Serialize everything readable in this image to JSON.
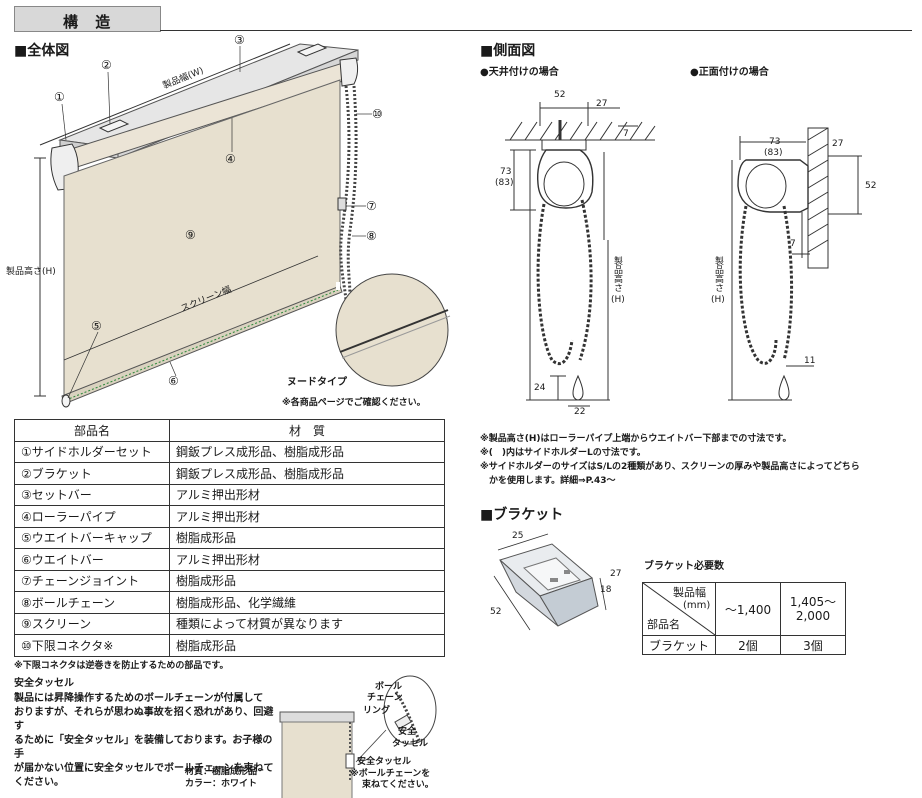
{
  "header": {
    "title": "構 造"
  },
  "overall": {
    "title": "■全体図",
    "labels": {
      "n1": "①",
      "n2": "②",
      "n3": "③",
      "n4": "④",
      "n5": "⑤",
      "n6": "⑥",
      "n7": "⑦",
      "n8": "⑧",
      "n9": "⑨",
      "n10": "⑩",
      "width": "製品幅(W)",
      "height": "製品高さ(H)",
      "screen_width": "スクリーン幅"
    },
    "nude_type": "ヌードタイプ",
    "nude_note": "※各商品ページでご確認ください。"
  },
  "parts_table": {
    "headers": [
      "部品名",
      "材　質"
    ],
    "rows": [
      [
        "①サイドホルダーセット",
        "鋼鈑プレス成形品、樹脂成形品"
      ],
      [
        "②ブラケット",
        "鋼鈑プレス成形品、樹脂成形品"
      ],
      [
        "③セットバー",
        "アルミ押出形材"
      ],
      [
        "④ローラーパイプ",
        "アルミ押出形材"
      ],
      [
        "⑤ウエイトバーキャップ",
        "樹脂成形品"
      ],
      [
        "⑥ウエイトバー",
        "アルミ押出形材"
      ],
      [
        "⑦チェーンジョイント",
        "樹脂成形品"
      ],
      [
        "⑧ボールチェーン",
        "樹脂成形品、化学繊維"
      ],
      [
        "⑨スクリーン",
        "種類によって材質が異なります"
      ],
      [
        "⑩下限コネクタ※",
        "樹脂成形品"
      ]
    ],
    "footnote": "※下限コネクタは逆巻きを防止するための部品です。"
  },
  "safety": {
    "title": "安全タッセル",
    "body": [
      "製品には昇降操作するためのボールチェーンが付属して",
      "おりますが、それらが思わぬ事故を招く恐れがあり、回避す",
      "るために「安全タッセル」を装備しております。お子様の手",
      "が届かない位置に安全タッセルでボールチェーンを束ねて",
      "ください。"
    ],
    "material": "材質：樹脂成形品",
    "color": "カラー：ホワイト",
    "label_tassel": "安全タッセル",
    "label_ball1": "ボール",
    "label_ball2": "チェーン",
    "label_ring": "リング",
    "label_anzen": "安全",
    "label_tassel2": "タッセル",
    "bind_note1": "※ボールチェーンを",
    "bind_note2": "束ねてください。"
  },
  "side_view": {
    "title": "■側面図",
    "ceiling": "●天井付けの場合",
    "wall": "●正面付けの場合",
    "dims_ceiling": {
      "d52": "52",
      "d27": "27",
      "d7": "7",
      "d73": "73",
      "d83": "(83)",
      "d24": "24",
      "d22": "22",
      "h1": "製品高さ",
      "h2": "(H)"
    },
    "dims_wall": {
      "d73": "73",
      "d83": "(83)",
      "d27": "27",
      "d52": "52",
      "d7": "7",
      "d11": "11",
      "h1": "製品高さ",
      "h2": "(H)"
    },
    "notes": [
      "※製品高さ(H)はローラーパイプ上端からウエイトバー下部までの寸法です。",
      "※(　)内はサイドホルダーLの寸法です。",
      "※サイドホルダーのサイズはS/Lの2種類があり、スクリーンの厚みや製品高さによってどちら",
      "　かを使用します。詳細⇒P.43〜"
    ]
  },
  "bracket": {
    "title": "■ブラケット",
    "dim_25": "25",
    "dim_27": "27",
    "dim_18": "18",
    "dim_52": "52",
    "table_title": "ブラケット必要数",
    "h_width1": "製品幅",
    "h_width2": "(mm)",
    "h_part": "部品名",
    "col1": "〜1,400",
    "col2a": "1,405〜",
    "col2b": "2,000",
    "row_label": "ブラケット",
    "qty1": "2個",
    "qty2": "3個"
  }
}
